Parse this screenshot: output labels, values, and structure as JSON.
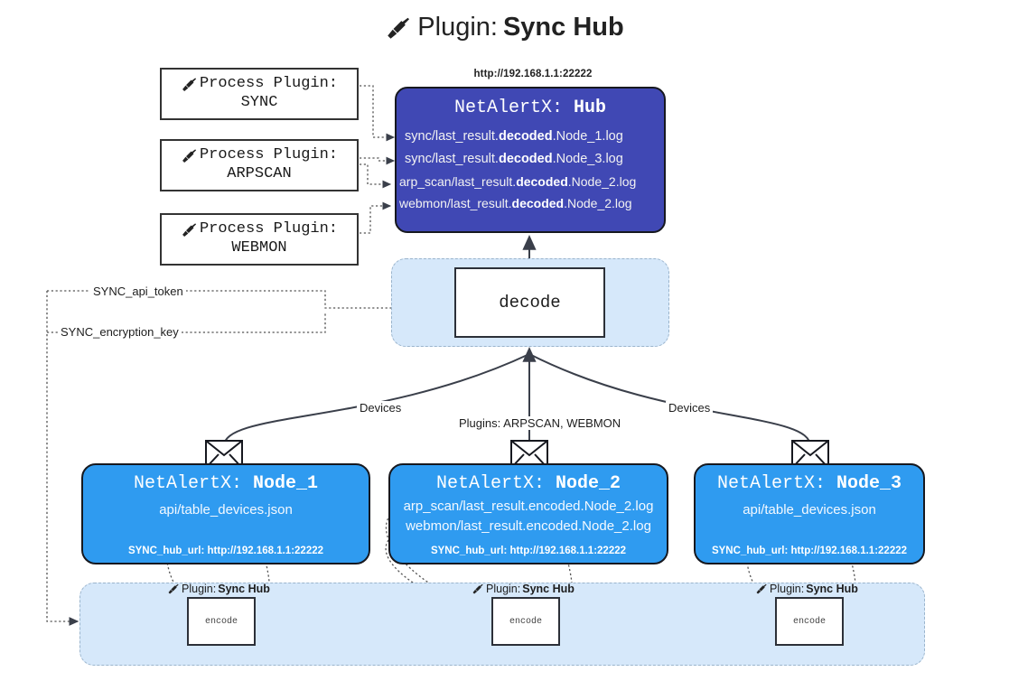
{
  "title": {
    "icon": "plug-icon",
    "prefix": "Plugin:",
    "name": "Sync Hub"
  },
  "process_plugins": [
    {
      "icon": "plug-icon",
      "line1": "Process Plugin:",
      "line2": "SYNC"
    },
    {
      "icon": "plug-icon",
      "line1": "Process Plugin:",
      "line2": "ARPSCAN"
    },
    {
      "icon": "plug-icon",
      "line1": "Process Plugin:",
      "line2": "WEBMON"
    }
  ],
  "hub": {
    "url": "http://192.168.1.1:22222",
    "title_prefix": "NetAlertX:",
    "title_name": "Hub",
    "logs": [
      {
        "pre": "sync/last_result.",
        "em": "decoded",
        "post": ".Node_1.log"
      },
      {
        "pre": "sync/last_result.",
        "em": "decoded",
        "post": ".Node_3.log"
      },
      {
        "pre": "arp_scan/last_result.",
        "em": "decoded",
        "post": ".Node_2.log"
      },
      {
        "pre": "webmon/last_result.",
        "em": "decoded",
        "post": ".Node_2.log"
      }
    ]
  },
  "decode": {
    "label": "decode"
  },
  "secrets": {
    "api_token": "SYNC_api_token",
    "encryption_key": "SYNC_encryption_key"
  },
  "edge_labels": {
    "devices_left": "Devices",
    "devices_right": "Devices",
    "plugins_middle": "Plugins: ARPSCAN, WEBMON"
  },
  "nodes": [
    {
      "id": "node1",
      "icon": "envelope-icon",
      "title_prefix": "NetAlertX:",
      "title_name": "Node_1",
      "lines": [
        "api/table_devices.json"
      ],
      "footer_key": "SYNC_hub_url:",
      "footer_value": "http://192.168.1.1:22222"
    },
    {
      "id": "node2",
      "icon": "envelope-icon",
      "title_prefix": "NetAlertX:",
      "title_name": "Node_2",
      "lines": [
        "arp_scan/last_result.encoded.Node_2.log",
        "webmon/last_result.encoded.Node_2.log"
      ],
      "footer_key": "SYNC_hub_url:",
      "footer_value": "http://192.168.1.1:22222"
    },
    {
      "id": "node3",
      "icon": "envelope-icon",
      "title_prefix": "NetAlertX:",
      "title_name": "Node_3",
      "lines": [
        "api/table_devices.json"
      ],
      "footer_key": "SYNC_hub_url:",
      "footer_value": "http://192.168.1.1:22222"
    }
  ],
  "encoders": [
    {
      "caption_icon": "plug-icon",
      "caption_prefix": "Plugin:",
      "caption_name": "Sync Hub",
      "box_label": "encode"
    },
    {
      "caption_icon": "plug-icon",
      "caption_prefix": "Plugin:",
      "caption_name": "Sync Hub",
      "box_label": "encode"
    },
    {
      "caption_icon": "plug-icon",
      "caption_prefix": "Plugin:",
      "caption_name": "Sync Hub",
      "box_label": "encode"
    }
  ],
  "colors": {
    "hub_fill": "#4048b4",
    "node_fill": "#2f9bf0",
    "panel_fill": "#d6e8fa",
    "panel_border": "#9ab4cc",
    "stroke": "#2c3038",
    "text_dark": "#222222"
  }
}
